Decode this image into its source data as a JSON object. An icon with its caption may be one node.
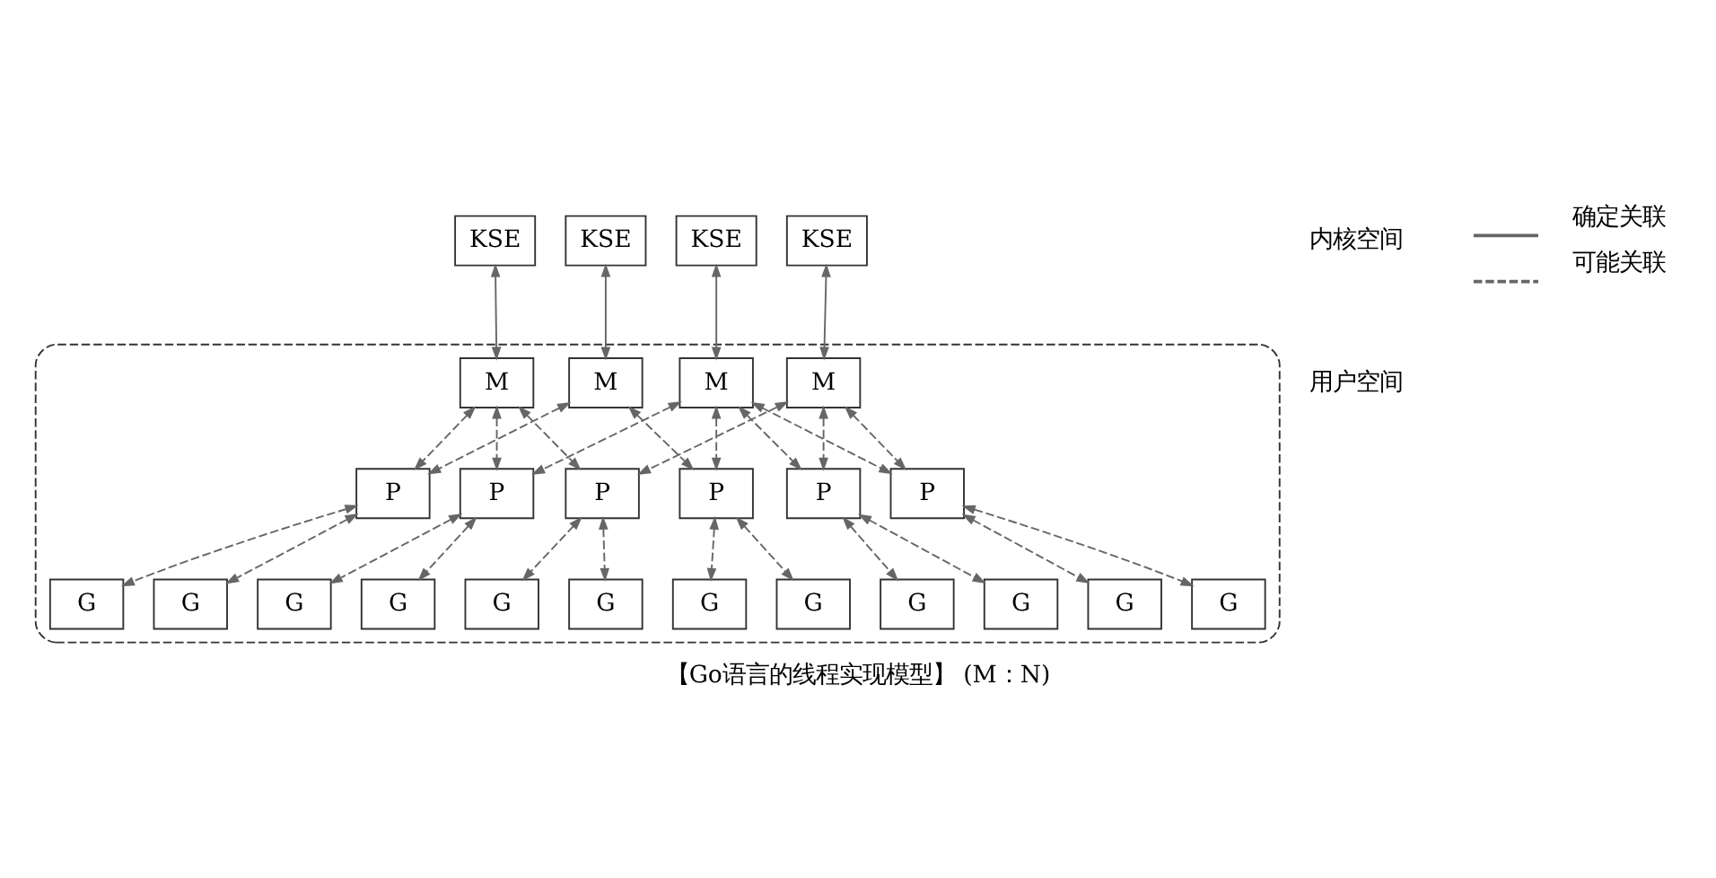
{
  "diagram": {
    "caption": "【Go语言的线程实现模型】 (M：N)",
    "nodes": [
      {
        "text": [
          "KSE"
        ]
      },
      {
        "text": [
          "KSE"
        ]
      },
      {
        "text": [
          "KSE"
        ]
      },
      {
        "text": [
          "KSE"
        ]
      },
      {
        "text": [],
        "shape": "box"
      },
      {
        "text": [
          "M"
        ],
        "in": 4
      },
      {
        "text": [
          "M"
        ],
        "in": 4
      },
      {
        "text": [
          "M"
        ],
        "in": 4
      },
      {
        "text": [
          "M"
        ],
        "in": 4
      },
      {
        "text": [
          "P"
        ],
        "in": 4
      },
      {
        "text": [
          "P"
        ],
        "in": 4
      },
      {
        "text": [
          "P"
        ],
        "in": 4
      },
      {
        "text": [
          "P"
        ],
        "in": 4
      },
      {
        "text": [
          "P"
        ],
        "in": 4
      },
      {
        "text": [
          "P"
        ],
        "in": 4
      },
      {
        "text": [
          "G"
        ],
        "in": 4
      },
      {
        "text": [
          "G"
        ],
        "in": 4
      },
      {
        "text": [
          "G"
        ],
        "in": 4
      },
      {
        "text": [
          "G"
        ],
        "in": 4
      },
      {
        "text": [
          "G"
        ],
        "in": 4
      },
      {
        "text": [
          "G"
        ],
        "in": 4
      },
      {
        "text": [
          "G"
        ],
        "in": 4
      },
      {
        "text": [
          "G"
        ],
        "in": 4
      },
      {
        "text": [
          "G"
        ],
        "in": 4
      },
      {
        "text": [
          "G"
        ],
        "in": 4
      },
      {
        "text": [
          "G"
        ],
        "in": 4
      },
      {
        "text": [
          "G"
        ],
        "in": 4
      }
    ],
    "edges": [
      {
        "from": 0,
        "to": 5,
        "arrow": "both"
      },
      {
        "from": 1,
        "to": 6,
        "arrow": "both"
      },
      {
        "from": 2,
        "to": 7,
        "arrow": "both"
      },
      {
        "from": 3,
        "to": 8,
        "arrow": "both"
      },
      {
        "from": 5,
        "to": 9,
        "arrow": "both",
        "style": "dashed"
      },
      {
        "from": 5,
        "to": 10,
        "arrow": "both",
        "style": "dashed"
      },
      {
        "from": 5,
        "to": 11,
        "arrow": "both",
        "style": "dashed"
      },
      {
        "from": 6,
        "to": 9,
        "arrow": "both",
        "style": "dashed"
      },
      {
        "from": 6,
        "to": 12,
        "arrow": "both",
        "style": "dashed"
      },
      {
        "from": 7,
        "to": 10,
        "arrow": "both",
        "style": "dashed"
      },
      {
        "from": 7,
        "to": 12,
        "arrow": "both",
        "style": "dashed"
      },
      {
        "from": 7,
        "to": 13,
        "arrow": "both",
        "style": "dashed"
      },
      {
        "from": 7,
        "to": 14,
        "arrow": "both",
        "style": "dashed"
      },
      {
        "from": 8,
        "to": 11,
        "arrow": "both",
        "style": "dashed"
      },
      {
        "from": 8,
        "to": 13,
        "arrow": "both",
        "style": "dashed"
      },
      {
        "from": 8,
        "to": 14,
        "arrow": "both",
        "style": "dashed"
      },
      {
        "from": 9,
        "to": 15,
        "arrow": "both",
        "style": "dashed"
      },
      {
        "from": 9,
        "to": 16,
        "arrow": "both",
        "style": "dashed"
      },
      {
        "from": 10,
        "to": 17,
        "arrow": "both",
        "style": "dashed"
      },
      {
        "from": 10,
        "to": 18,
        "arrow": "both",
        "style": "dashed"
      },
      {
        "from": 11,
        "to": 19,
        "arrow": "both",
        "style": "dashed"
      },
      {
        "from": 11,
        "to": 20,
        "arrow": "both",
        "style": "dashed"
      },
      {
        "from": 12,
        "to": 21,
        "arrow": "both",
        "style": "dashed"
      },
      {
        "from": 12,
        "to": 22,
        "arrow": "both",
        "style": "dashed"
      },
      {
        "from": 13,
        "to": 23,
        "arrow": "both",
        "style": "dashed"
      },
      {
        "from": 13,
        "to": 24,
        "arrow": "both",
        "style": "dashed"
      },
      {
        "from": 14,
        "to": 25,
        "arrow": "both",
        "style": "dashed"
      },
      {
        "from": 14,
        "to": 26,
        "arrow": "both",
        "style": "dashed"
      }
    ],
    "labels": [
      "内核空间",
      "用户空间"
    ],
    "legend": [
      {
        "text": "确定关联"
      },
      {
        "text": "可能关联"
      }
    ]
  }
}
